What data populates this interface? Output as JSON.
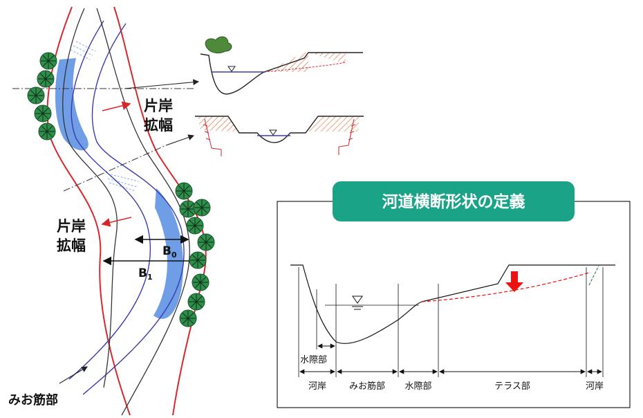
{
  "plan": {
    "widening_label_top_line1": "片岸",
    "widening_label_top_line2": "拡幅",
    "widening_label_mid_line1": "片岸",
    "widening_label_mid_line2": "拡幅",
    "b0_symbol": "B",
    "b0_sub": "0",
    "b1_symbol": "B",
    "b1_sub": "1",
    "thalweg_label": "みお筋部"
  },
  "definition": {
    "title": "河道横断形状の定義",
    "water_edge_top": "水際部",
    "zones": [
      "河岸",
      "みお筋部",
      "水際部",
      "テラス部",
      "河岸"
    ]
  },
  "colors": {
    "title_bg": "#1aa386",
    "bank_line": "#d8262b",
    "channel_line": "#3a3ab0",
    "water_fill": "#6f9de6",
    "tree_fill": "#2f8f4a",
    "hatch": "#e07a4a",
    "down_arrow": "#ee1111"
  }
}
